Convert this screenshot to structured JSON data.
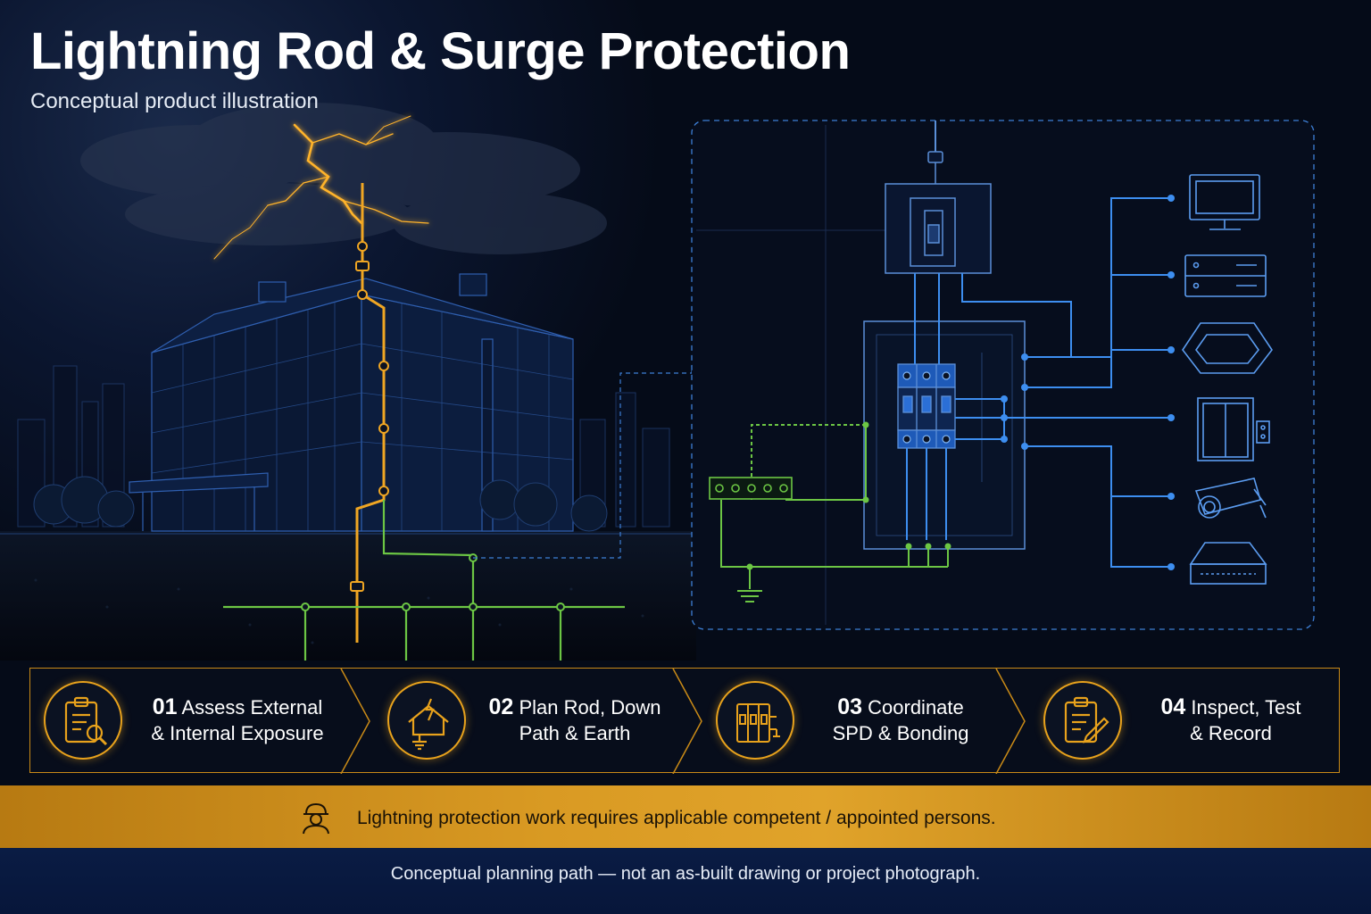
{
  "header": {
    "title": "Lightning Rod & Surge Protection",
    "subtitle": "Conceptual product illustration"
  },
  "steps": [
    {
      "number": "01",
      "line1": "Assess External",
      "line2": "& Internal Exposure",
      "icon": "clipboard-search-icon"
    },
    {
      "number": "02",
      "line1": "Plan Rod, Down",
      "line2": "Path & Earth",
      "icon": "house-lightning-earth-icon"
    },
    {
      "number": "03",
      "line1": "Coordinate",
      "line2": "SPD & Bonding",
      "icon": "spd-module-icon"
    },
    {
      "number": "04",
      "line1": "Inspect, Test",
      "line2": "& Record",
      "icon": "clipboard-check-icon"
    }
  ],
  "warning": {
    "text": "Lightning protection work requires applicable competent / appointed persons.",
    "icon": "worker-hardhat-icon"
  },
  "footer": {
    "text": "Conceptual planning path — not an as-built drawing or project photograph."
  },
  "diagram": {
    "devices": [
      "monitor-icon",
      "server-icon",
      "ceiling-ac-icon",
      "elevator-icon",
      "cctv-camera-icon",
      "network-switch-icon"
    ]
  },
  "colors": {
    "background": "#050b18",
    "accent_orange": "#e8a21c",
    "wire_blue": "#3d8ef0",
    "earth_green": "#6cc644",
    "building_line": "#2f5fb0",
    "banner": "#d99a23",
    "footer": "#0a1c44"
  }
}
